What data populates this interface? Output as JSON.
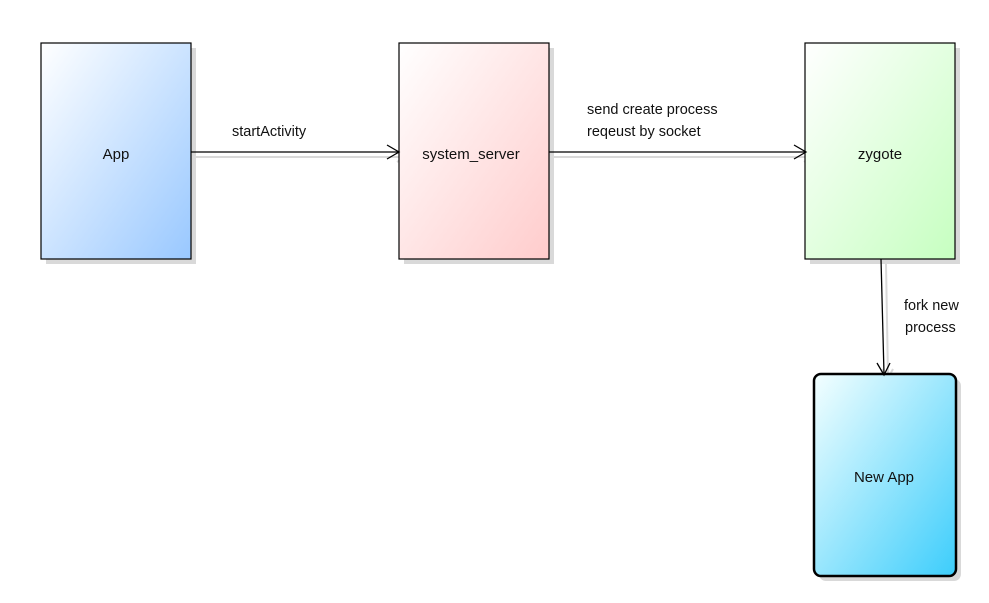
{
  "nodes": {
    "app": {
      "label": "App"
    },
    "system_server": {
      "label": "system_server"
    },
    "zygote": {
      "label": "zygote"
    },
    "new_app": {
      "label": "New App"
    }
  },
  "edges": {
    "start_activity": {
      "label": "startActivity"
    },
    "create_process": {
      "line1": "send create process",
      "line2": "reqeust by socket"
    },
    "fork": {
      "line1": "fork new",
      "line2": "process"
    }
  },
  "colors": {
    "app_gradient": [
      "#ffffff",
      "#99c8ff"
    ],
    "system_server_gradient": [
      "#ffffff",
      "#ffcccc"
    ],
    "zygote_gradient": [
      "#ffffff",
      "#c6ffc0"
    ],
    "new_app_gradient": [
      "#f4ffff",
      "#3ccdfb"
    ],
    "stroke": "#000000",
    "shadow": "#d9d9d9"
  }
}
